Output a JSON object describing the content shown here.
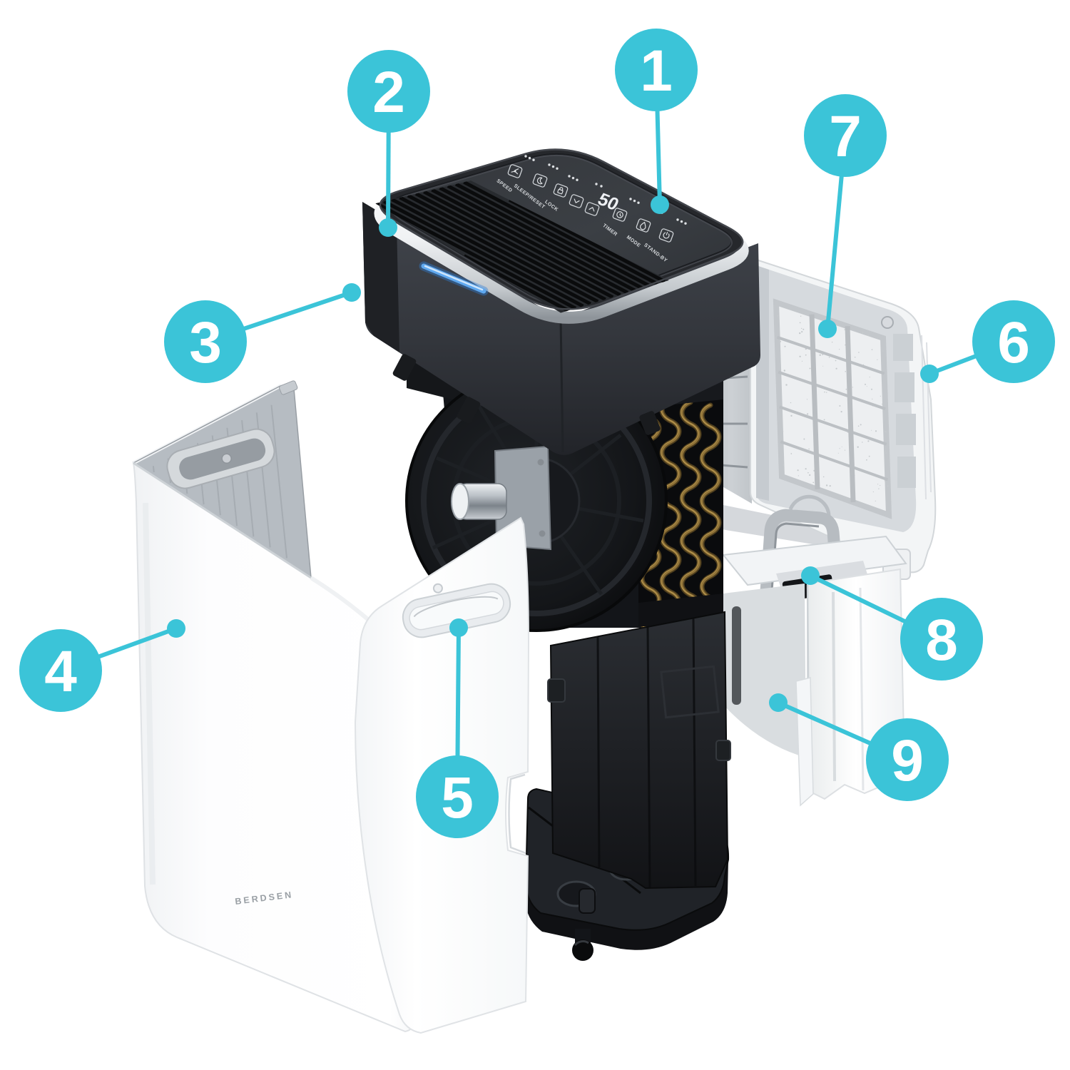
{
  "figure": {
    "type": "exploded-view-product-diagram",
    "product": "dehumidifier",
    "background_color": "#ffffff",
    "accent_color": "#3bc4d8"
  },
  "brand_label": "BERDSEN",
  "control_panel": {
    "display_value": "50",
    "buttons": [
      {
        "label": "SPEED"
      },
      {
        "label": "SLEEP/RESET"
      },
      {
        "label": "LOCK"
      },
      {
        "label": "TIMER"
      },
      {
        "label": "MODE"
      },
      {
        "label": "STAND-BY"
      }
    ]
  },
  "callouts": [
    {
      "number": "1"
    },
    {
      "number": "2"
    },
    {
      "number": "3"
    },
    {
      "number": "4"
    },
    {
      "number": "5"
    },
    {
      "number": "6"
    },
    {
      "number": "7"
    },
    {
      "number": "8"
    },
    {
      "number": "9"
    }
  ]
}
